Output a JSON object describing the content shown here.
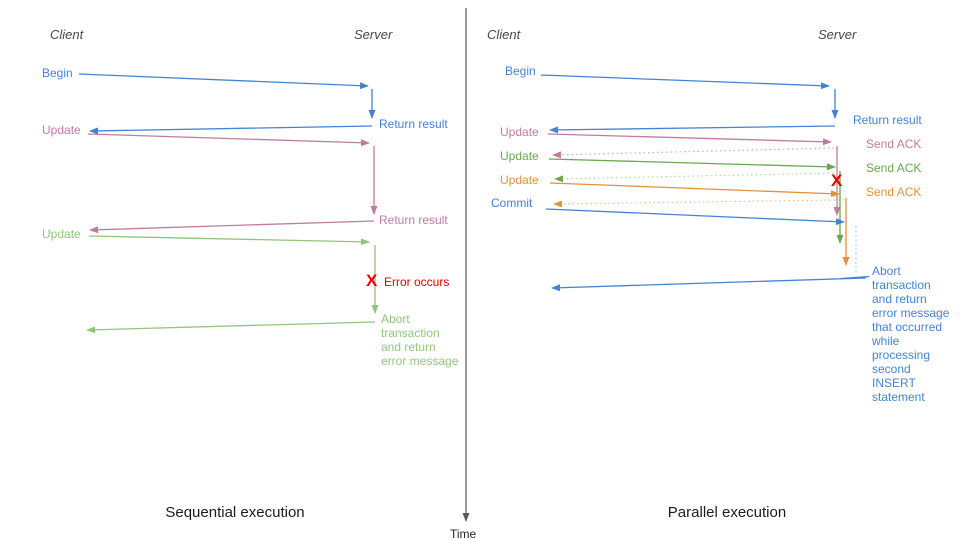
{
  "left_panel": {
    "client_header": "Client",
    "server_header": "Server",
    "caption": "Sequential execution",
    "begin_label": "Begin",
    "return_result_1_label": "Return result",
    "update_1_label": "Update",
    "return_result_2_label": "Return result",
    "update_2_label": "Update",
    "error_mark": "X",
    "error_label": "Error occurs",
    "abort_label": "Abort\ntransaction\nand return\nerror message"
  },
  "right_panel": {
    "client_header": "Client",
    "server_header": "Server",
    "caption": "Parallel execution",
    "begin_label": "Begin",
    "return_result_label": "Return result",
    "update_1_label": "Update",
    "update_2_label": "Update",
    "update_3_label": "Update",
    "commit_label": "Commit",
    "send_ack_1_label": "Send ACK",
    "send_ack_2_label": "Send ACK",
    "send_ack_3_label": "Send ACK",
    "error_mark": "X",
    "abort_label": "Abort\ntransaction\nand return\nerror message\nthat occurred\nwhile\nprocessing\nsecond\nINSERT\nstatement"
  },
  "time_axis": {
    "label": "Time"
  },
  "colors": {
    "blue": "#4383d6",
    "blue_light": "#9fc2f2",
    "pink": "#c27ba0",
    "pink_light": "#d5a6bd",
    "green_sequential": "#93c47d",
    "green_parallel": "#6aa84f",
    "green_light": "#b2d69e",
    "orange": "#e69138",
    "orange_light": "#f2bd84",
    "red": "#e60000",
    "axis_gray": "#595959"
  }
}
